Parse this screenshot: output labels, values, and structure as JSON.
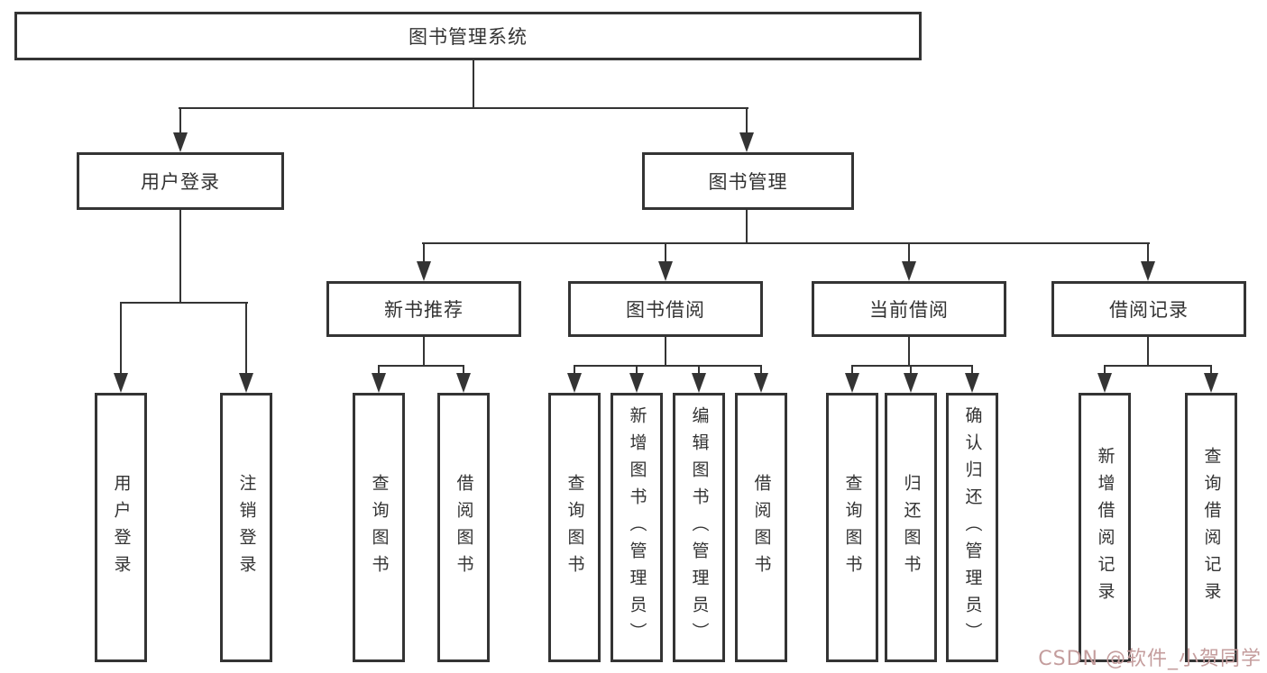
{
  "tree": {
    "root": {
      "label": "图书管理系统"
    },
    "level2": [
      {
        "label": "用户登录",
        "leaves": [
          {
            "label": "用户登录"
          },
          {
            "label": "注销登录"
          }
        ]
      },
      {
        "label": "图书管理",
        "groups": [
          {
            "label": "新书推荐",
            "leaves": [
              {
                "label": "查询图书"
              },
              {
                "label": "借阅图书"
              }
            ]
          },
          {
            "label": "图书借阅",
            "leaves": [
              {
                "label": "查询图书"
              },
              {
                "label": "新增图书（管理员）"
              },
              {
                "label": "编辑图书（管理员）"
              },
              {
                "label": "借阅图书"
              }
            ]
          },
          {
            "label": "当前借阅",
            "leaves": [
              {
                "label": "查询图书"
              },
              {
                "label": "归还图书"
              },
              {
                "label": "确认归还（管理员）"
              }
            ]
          },
          {
            "label": "借阅记录",
            "leaves": [
              {
                "label": "新增借阅记录"
              },
              {
                "label": "查询借阅记录"
              }
            ]
          }
        ]
      }
    ]
  },
  "watermark": {
    "text": "CSDN @软件_小贺同学"
  },
  "colors": {
    "line": "#343434",
    "text": "#333333",
    "watermark": "#c49d9d",
    "bg": "#ffffff"
  }
}
